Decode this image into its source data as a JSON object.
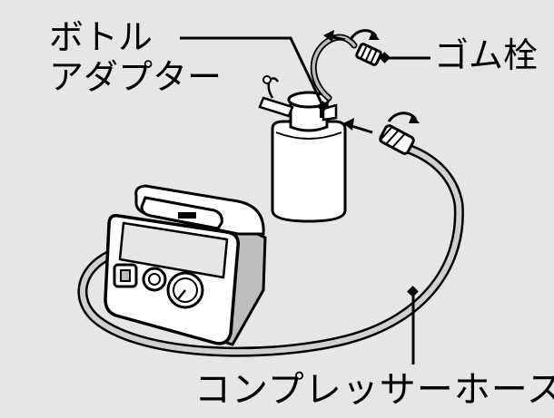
{
  "labels": {
    "bottle_adapter_line1": "ボトル",
    "bottle_adapter_line2": "アダプター",
    "rubber_plug": "ゴム栓",
    "compressor_hose": "コンプレッサーホース"
  },
  "colors": {
    "background": "#e6e6e6",
    "ink": "#000000",
    "fill": "#ffffff",
    "shade": "#bdbdbd",
    "hose_inner": "#d0d0d0"
  }
}
